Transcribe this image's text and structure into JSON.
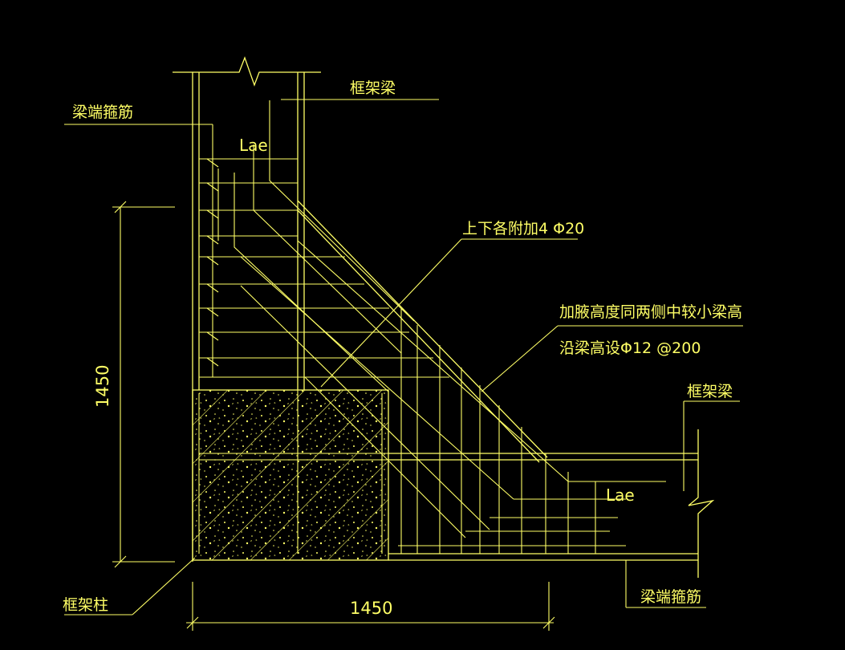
{
  "labels": {
    "frame_beam_top": "框架梁",
    "beam_end_stirrup_top": "梁端箍筋",
    "lae_top": "Lae",
    "add_rebar_note": "上下各附加4 Φ20",
    "haunch_height_note": "加腋高度同两侧中较小梁高",
    "along_beam_note": "沿梁高设Φ12 @200",
    "frame_beam_right": "框架梁",
    "lae_right": "Lae",
    "frame_column": "框架柱",
    "beam_end_stirrup_bottom": "梁端箍筋"
  },
  "dimensions": {
    "vertical": "1450",
    "horizontal": "1450"
  },
  "colors": {
    "line": "#ffff66",
    "background": "#000000"
  }
}
